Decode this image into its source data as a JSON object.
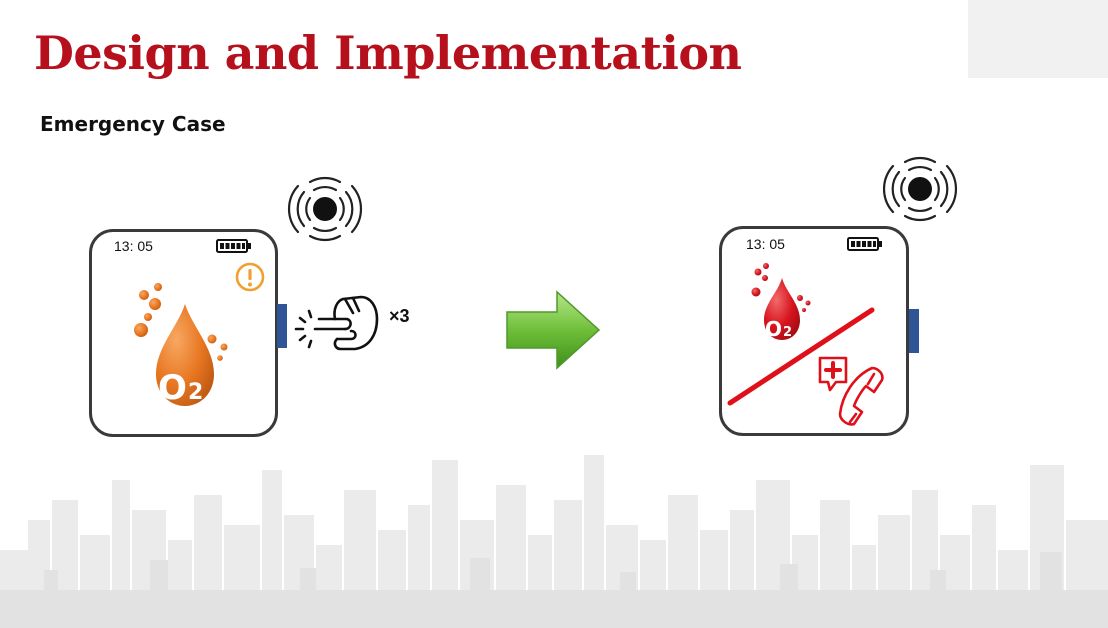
{
  "slide": {
    "title": "Design and Implementation",
    "subtitle": "Emergency Case"
  },
  "watch_before": {
    "time": "13: 05",
    "battery_icon": "battery-full-icon",
    "alert_icon": "exclamation-circle-icon",
    "main_icon": "oxygen-drop-icon",
    "o2_label": "O",
    "o2_sub": "2"
  },
  "gesture": {
    "icon": "tap-hand-icon",
    "repeat_label": "×3"
  },
  "transition": {
    "icon": "arrow-right-icon"
  },
  "watch_after": {
    "time": "13: 05",
    "battery_icon": "battery-full-icon",
    "main_icon": "oxygen-drop-icon",
    "o2_label": "O",
    "o2_sub": "2",
    "emergency_icon": "medical-call-icon"
  },
  "colors": {
    "title": "#b5101c",
    "orange_drop": "#e87722",
    "red_drop": "#d7141e",
    "crown": "#2f5597",
    "arrow": "#6fbf3a"
  }
}
